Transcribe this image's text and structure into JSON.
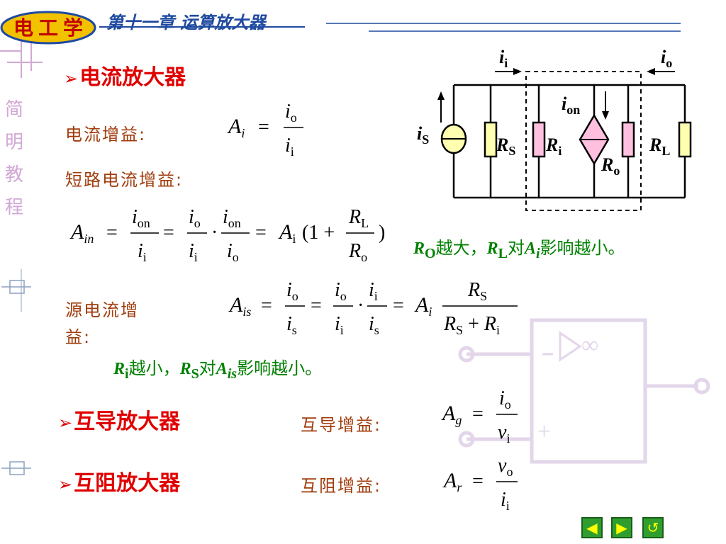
{
  "header": {
    "logo_text": "电 工 学",
    "chapter_title": "第十一章   运算放大器"
  },
  "sidebar": {
    "chars": [
      "简",
      "明",
      "教",
      "程"
    ]
  },
  "sections": {
    "current_amp": {
      "arrow": "➢",
      "title": "电流放大器",
      "gain_label": "电流增益:",
      "short_label": "短路电流增益:",
      "source_label_1": "源电流增",
      "source_label_2": "益:",
      "note_ro_parts": [
        "R",
        "O",
        "越大，",
        "R",
        "L",
        "对",
        "A",
        "i",
        "影响越小。"
      ],
      "note_ri_parts": [
        "R",
        "i",
        "越小，",
        "R",
        "S",
        "对",
        "A",
        "is",
        "影响越小。"
      ]
    },
    "transconductance": {
      "arrow": "➢",
      "title": "互导放大器",
      "gain_label": "互导增益:"
    },
    "transresistance": {
      "arrow": "➢",
      "title": "互阻放大器",
      "gain_label": "互阻增益:"
    }
  },
  "formulas": {
    "Ai": {
      "lhs": "A",
      "lhs_sub": "i",
      "num": "i",
      "num_sub": "o",
      "den": "i",
      "den_sub": "i"
    },
    "Ain": {
      "lhs": "A",
      "lhs_sub": "in"
    },
    "Ais": {
      "lhs": "A",
      "lhs_sub": "is"
    },
    "Ag": {
      "lhs": "A",
      "lhs_sub": "g",
      "num": "i",
      "num_sub": "o",
      "den": "v",
      "den_sub": "i"
    },
    "Ar": {
      "lhs": "A",
      "lhs_sub": "r",
      "num": "v",
      "num_sub": "o",
      "den": "i",
      "den_sub": "i"
    }
  },
  "circuit": {
    "ii": {
      "main": "i",
      "sub": "i"
    },
    "io": {
      "main": "i",
      "sub": "o"
    },
    "ion": {
      "main": "i",
      "sub": "on"
    },
    "is": {
      "main": "i",
      "sub": "S"
    },
    "RS": {
      "main": "R",
      "sub": "S"
    },
    "Ri": {
      "main": "R",
      "sub": "i"
    },
    "Ro": {
      "main": "R",
      "sub": "o"
    },
    "RL": {
      "main": "R",
      "sub": "L"
    }
  },
  "nav": {
    "prev": "◀",
    "next": "▶",
    "return": "↺"
  },
  "colors": {
    "heading": "#e00000",
    "label": "#a03c0c",
    "note": "#008000",
    "chapter": "#1f4aa0",
    "opamp_watermark": "#e3d6ea",
    "resistor": "#ffffb0",
    "resistor_pink": "#ffc0e0",
    "nav_green": "#2f9e2f"
  }
}
